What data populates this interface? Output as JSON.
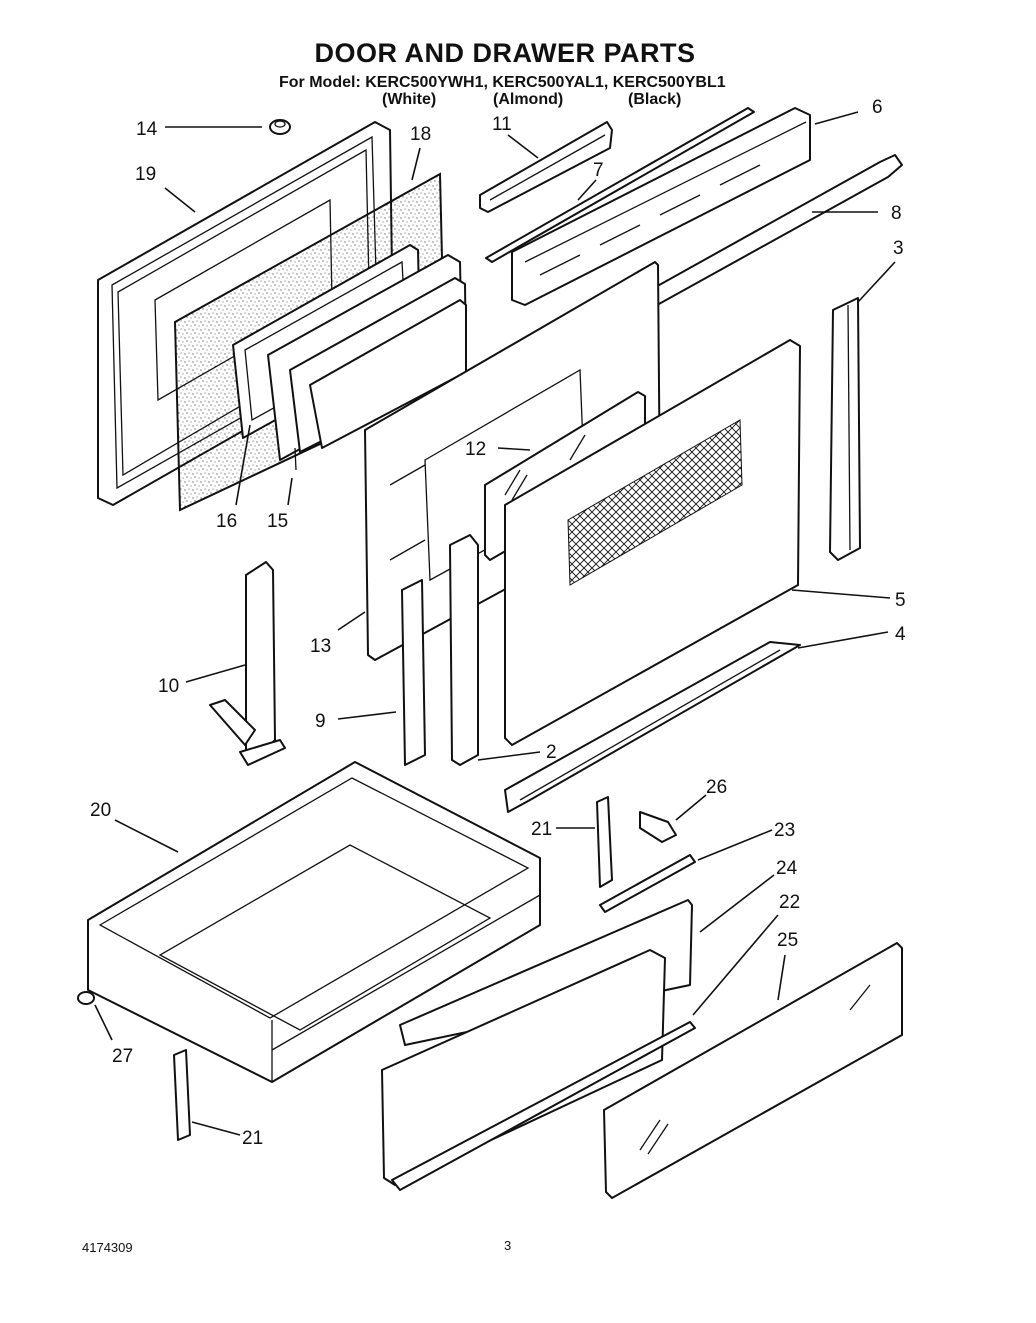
{
  "header": {
    "title": "DOOR AND DRAWER PARTS",
    "models_line": "For Model: KERC500YWH1, KERC500YAL1, KERC500YBL1",
    "colors": [
      "(White)",
      "(Almond)",
      "(Black)"
    ]
  },
  "callouts": [
    "14",
    "19",
    "18",
    "11",
    "7",
    "6",
    "8",
    "3",
    "12",
    "16",
    "15",
    "13",
    "5",
    "4",
    "10",
    "9",
    "2",
    "26",
    "20",
    "21",
    "23",
    "24",
    "22",
    "25",
    "27",
    "21"
  ],
  "footer": {
    "doc_number": "4174309",
    "page_number": "3"
  }
}
